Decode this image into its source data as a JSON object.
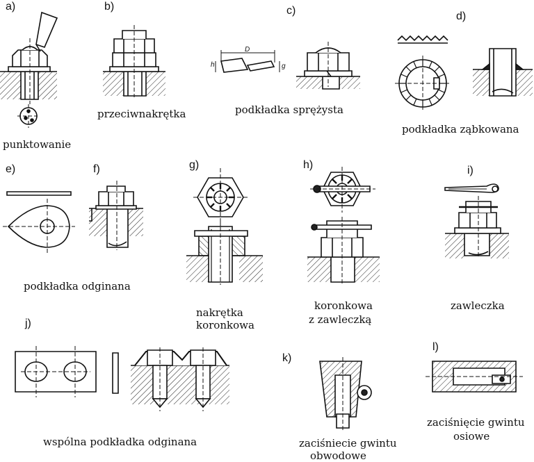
{
  "letters": [
    "a)",
    "b)",
    "c)",
    "d)",
    "e)",
    "f)",
    "g)",
    "h)",
    "i)",
    "j)",
    "k)",
    "l)"
  ],
  "captions": {
    "a": "punktowanie",
    "b": "przeciwnakrętka",
    "c": "podkładka sprężysta",
    "d": "podkładka ząbkowana",
    "e": "podkładka odginana",
    "g1": "nakrętka",
    "g2": "koronkowa",
    "h1": "koronkowa",
    "h2": "z zawleczką",
    "i": "zawleczka",
    "j": "wspólna podkładka odginana",
    "k1": "zaciśniecie gwintu",
    "k2": "obwodowe",
    "l1": "zaciśnięcie gwintu",
    "l2": "osiowe"
  },
  "dims": {
    "D": "D",
    "h": "h",
    "g": "g"
  }
}
